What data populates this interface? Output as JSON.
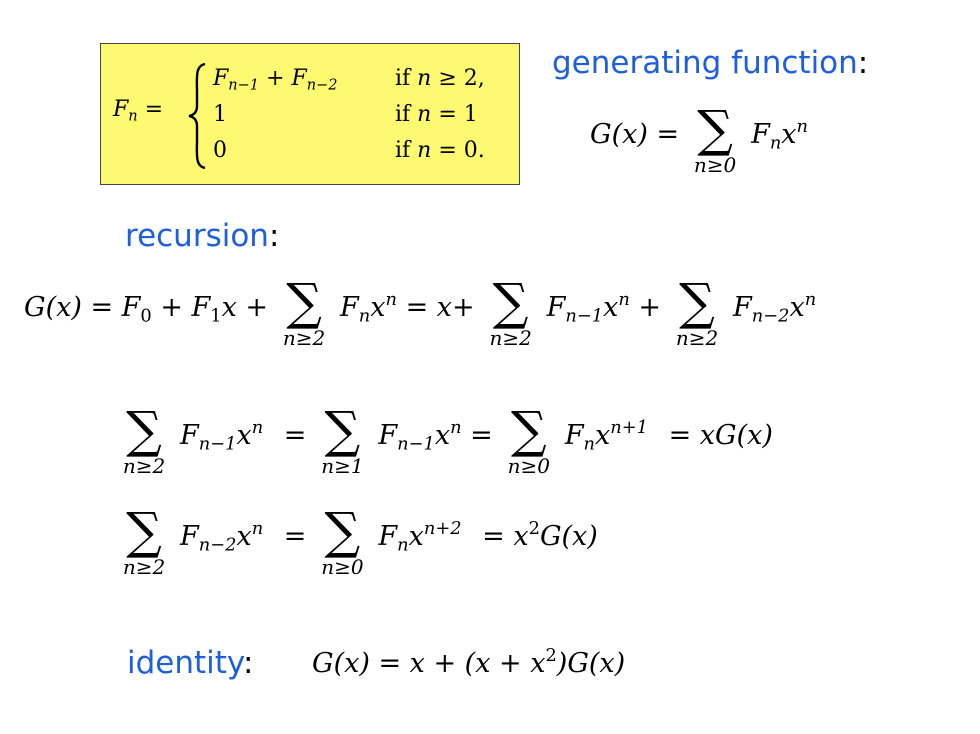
{
  "definition": {
    "lhs": "F",
    "lhs_sub": "n",
    "equals": " =",
    "rows": [
      {
        "expr_a": "F",
        "sub_a": "n−1",
        "plus": " + ",
        "expr_b": "F",
        "sub_b": "n−2",
        "cond_if": "if ",
        "cond_var": "n",
        "cond_rest": " ≥ 2,"
      },
      {
        "value": "1",
        "cond_if": "if ",
        "cond_var": "n",
        "cond_rest": " = 1"
      },
      {
        "value": "0",
        "cond_if": "if ",
        "cond_var": "n",
        "cond_rest": " = 0."
      }
    ]
  },
  "headings": {
    "generating_function": "generating function",
    "recursion": "recursion",
    "identity": "identity",
    "colon": ":"
  },
  "generating_function": {
    "lhs": "G(x) =",
    "sigma": "∑",
    "sum_sub": "n≥0",
    "term": "F",
    "term_sub": "n",
    "term_x": "x",
    "term_sup": "n"
  },
  "recursion_line": {
    "lhs": "G(x) = F",
    "f0_sub": "0",
    "plus1": " + F",
    "f1_sub": "1",
    "x1": "x +",
    "sigma": "∑",
    "sum1_sub": "n≥2",
    "t1": "F",
    "t1_sub": "n",
    "t1_x": "x",
    "t1_sup": "n",
    "eq": " = x+",
    "sum2_sub": "n≥2",
    "t2": "F",
    "t2_sub": "n−1",
    "t2_x": "x",
    "t2_sup": "n",
    "plus2": " +",
    "sum3_sub": "n≥2",
    "t3": "F",
    "t3_sub": "n−2",
    "t3_x": "x",
    "t3_sup": "n"
  },
  "shift1_line": {
    "sigma": "∑",
    "s1_sub": "n≥2",
    "a": "F",
    "a_sub": "n−1",
    "a_x": "x",
    "a_sup": "n",
    "eq1": " =",
    "s2_sub": "n≥1",
    "b": "F",
    "b_sub": "n−1",
    "b_x": "x",
    "b_sup": "n",
    "eq2": " =",
    "s3_sub": "n≥0",
    "c": "F",
    "c_sub": "n",
    "c_x": "x",
    "c_sup": "n+1",
    "eq3": " = xG(x)"
  },
  "shift2_line": {
    "sigma": "∑",
    "s1_sub": "n≥2",
    "a": "F",
    "a_sub": "n−2",
    "a_x": "x",
    "a_sup": "n",
    "eq1": " =",
    "s2_sub": "n≥0",
    "b": "F",
    "b_sub": "n",
    "b_x": "x",
    "b_sup": "n+2",
    "eq2": " = x",
    "sq": "2",
    "rest": "G(x)"
  },
  "identity_line": {
    "lhs": "G(x) = x + (x + x",
    "sq": "2",
    "rest": ")G(x)"
  },
  "colors": {
    "heading": "#1e5fe0",
    "box": "#fdf970"
  }
}
